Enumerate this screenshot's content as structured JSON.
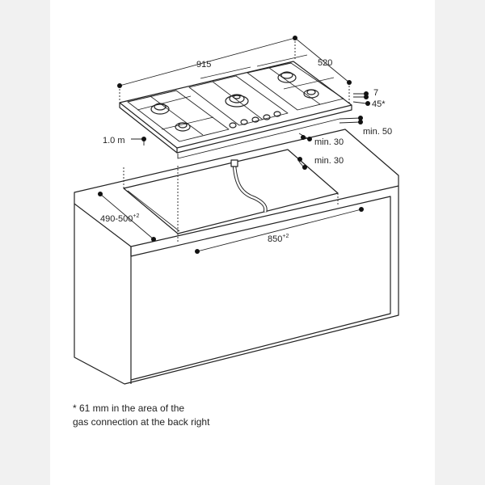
{
  "colors": {
    "page_bg": "#f1f1f1",
    "sheet_bg": "#ffffff",
    "ink": "#222222"
  },
  "dimensions": {
    "width_915": "915",
    "depth_520": "520",
    "thickness_7": "7",
    "gap_45": "45*",
    "min_50": "min. 50",
    "min_30_a": "min. 30",
    "min_30_b": "min. 30",
    "cable_1m": "1.0 m",
    "cutout_depth": "490-500",
    "cutout_depth_sup": "+2",
    "cutout_width": "850",
    "cutout_width_sup": "+2"
  },
  "footnote": {
    "line1": "* 61 mm in the area of the",
    "line2": "gas connection at the back right"
  }
}
